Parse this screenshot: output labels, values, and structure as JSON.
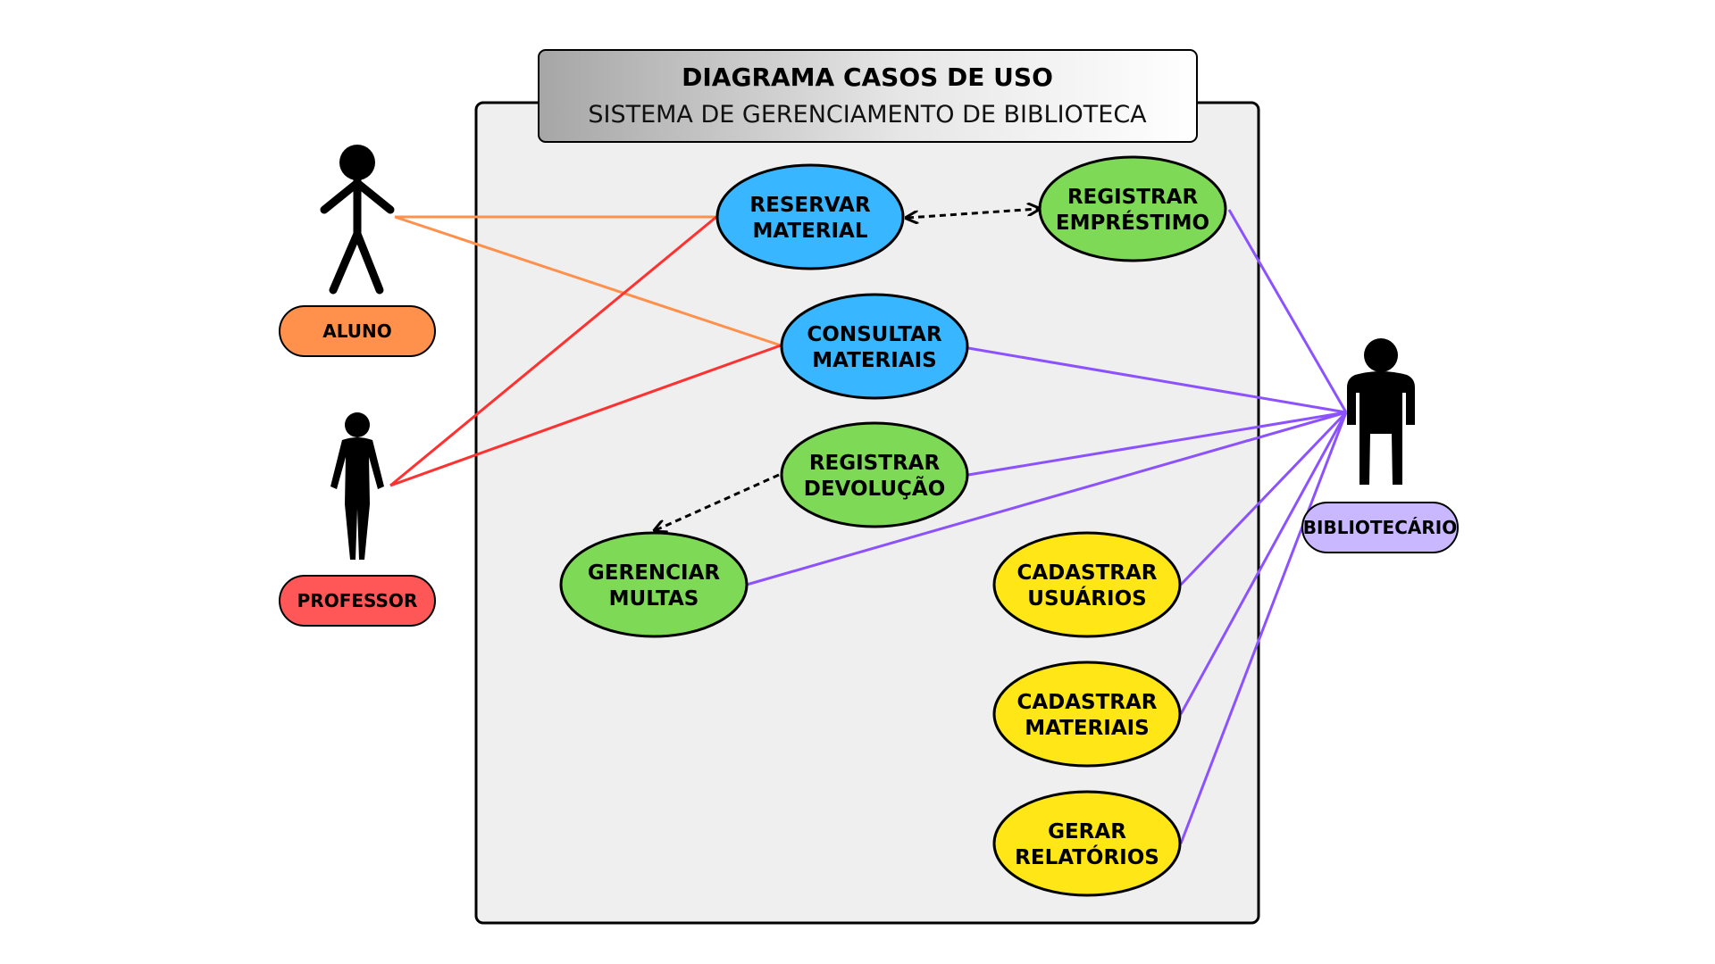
{
  "title": {
    "heading": "DIAGRAMA CASOS DE USO",
    "subtitle": "SISTEMA DE GERENCIAMENTO DE BIBLIOTECA"
  },
  "actors": {
    "aluno": {
      "label": "ALUNO",
      "color": "#FF914D"
    },
    "professor": {
      "label": "PROFESSOR",
      "color": "#FF5757"
    },
    "bibliotecario": {
      "label": "BIBLIOTECÁRIO",
      "color": "#C9B8FF"
    }
  },
  "use_cases": {
    "reservar": {
      "lines": [
        "RESERVAR",
        "MATERIAL"
      ],
      "color": "#38B6FF"
    },
    "consultar": {
      "lines": [
        "CONSULTAR",
        "MATERIAIS"
      ],
      "color": "#38B6FF"
    },
    "registrar_emprestimo": {
      "lines": [
        "REGISTRAR",
        "EMPRÉSTIMO"
      ],
      "color": "#7ED957"
    },
    "registrar_devolucao": {
      "lines": [
        "REGISTRAR",
        "DEVOLUÇÃO"
      ],
      "color": "#7ED957"
    },
    "gerenciar_multas": {
      "lines": [
        "GERENCIAR",
        "MULTAS"
      ],
      "color": "#7ED957"
    },
    "cadastrar_usuarios": {
      "lines": [
        "CADASTRAR",
        "USUÁRIOS"
      ],
      "color": "#FFE617"
    },
    "cadastrar_materiais": {
      "lines": [
        "CADASTRAR",
        "MATERIAIS"
      ],
      "color": "#FFE617"
    },
    "gerar_relatorios": {
      "lines": [
        "GERAR",
        "RELATÓRIOS"
      ],
      "color": "#FFE617"
    }
  },
  "line_colors": {
    "aluno": "#FF914D",
    "professor": "#FF3131",
    "bibliotecario": "#8C52FF"
  }
}
